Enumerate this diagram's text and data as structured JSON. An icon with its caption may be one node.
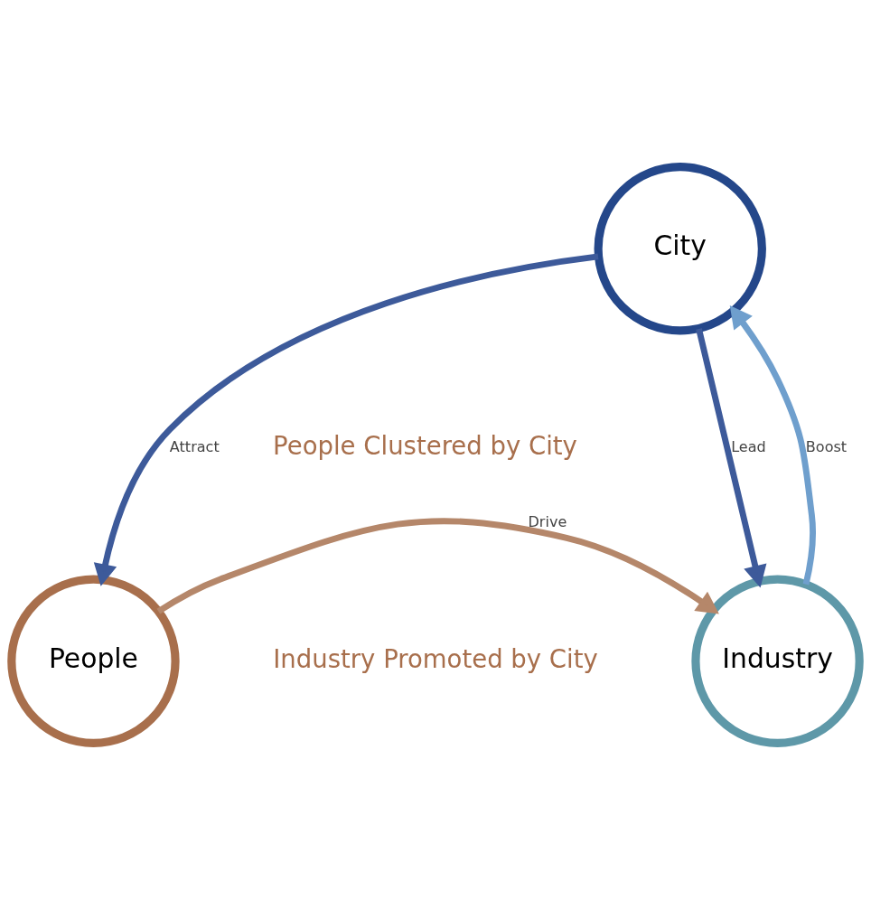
{
  "diagram": {
    "nodes": [
      {
        "text": [
          "City"
        ]
      },
      {
        "text": [
          "People"
        ]
      },
      {
        "text": [
          "Industry"
        ]
      }
    ],
    "edges": [
      {
        "from": 0,
        "to": 1,
        "label": "Attract",
        "arrow": "to"
      },
      {
        "from": 1,
        "to": 2,
        "label": "Drive",
        "arrow": "to",
        "color": "#b5876a"
      },
      {
        "from": 0,
        "to": 2,
        "label": "Lead",
        "arrow": "to"
      },
      {
        "from": 2,
        "to": 0,
        "label": "Boost",
        "arrow": "to",
        "color": "#6f9fcd"
      }
    ],
    "labels": [
      "People Clustered by City",
      "Industry Promoted by City"
    ]
  }
}
